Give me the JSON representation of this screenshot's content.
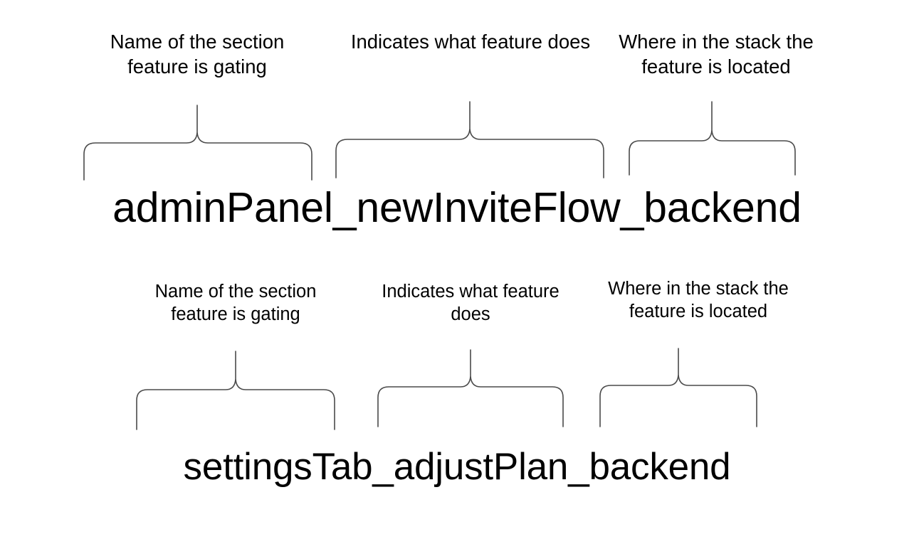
{
  "page": {
    "background_color": "#ffffff",
    "text_color": "#000000",
    "brace_color": "#4a4a4a"
  },
  "rows": [
    {
      "id": "row-1",
      "flag_name": "adminPanel_newInviteFlow_backend",
      "segments": [
        {
          "token": "adminPanel",
          "caption": "Name of the section feature is gating"
        },
        {
          "token": "newInviteFlow",
          "caption": "Indicates what feature does"
        },
        {
          "token": "backend",
          "caption": "Where in the stack the feature is located"
        }
      ]
    },
    {
      "id": "row-2",
      "flag_name": "settingsTab_adjustPlan_backend",
      "segments": [
        {
          "token": "settingsTab",
          "caption": "Name of the section feature is gating"
        },
        {
          "token": "adjustPlan",
          "caption": "Indicates what feature does"
        },
        {
          "token": "backend",
          "caption": "Where in the stack the feature is located"
        }
      ]
    }
  ]
}
